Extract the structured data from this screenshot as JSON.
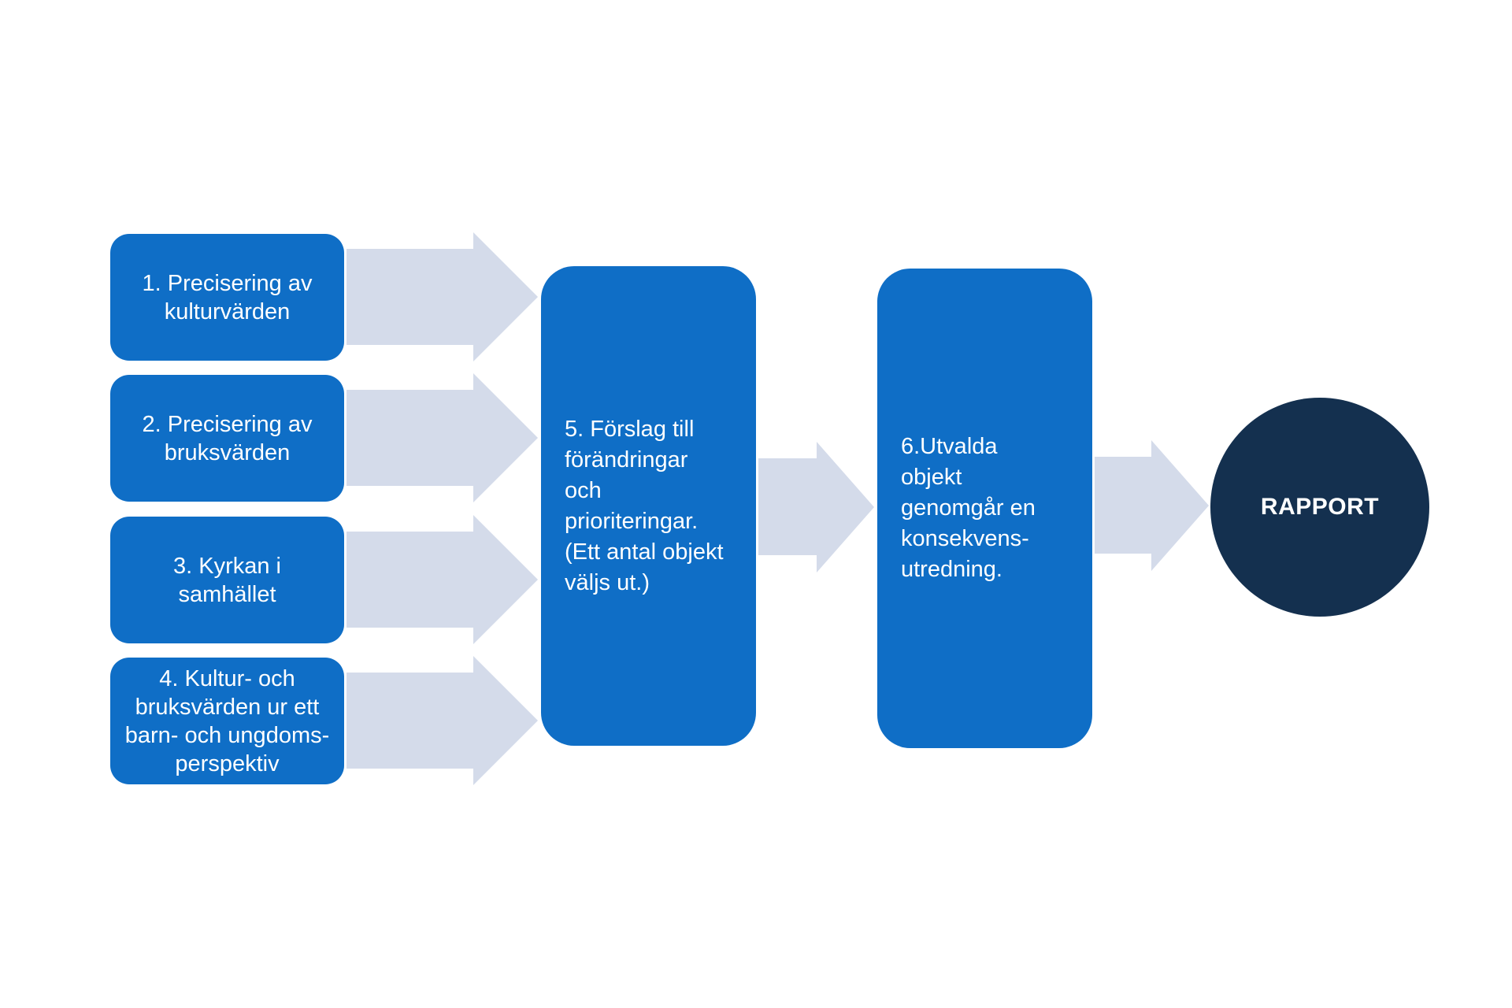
{
  "diagram": {
    "inputs": [
      {
        "label": "1. Precisering av\nkulturvärden"
      },
      {
        "label": "2. Precisering av\nbruksvärden"
      },
      {
        "label": "3. Kyrkan i samhället"
      },
      {
        "label": "4. Kultur- och\nbruksvärden ur ett\nbarn- och ungdoms-\nperspektiv"
      }
    ],
    "step5": {
      "label": "5. Förslag till\nförändringar\noch\nprioriteringar.\n(Ett antal objekt\nväljs ut.)"
    },
    "step6": {
      "label": "6.Utvalda\nobjekt\ngenomgår en\nkonsekvens-\nutredning."
    },
    "output": {
      "label": "RAPPORT"
    },
    "colors": {
      "box": "#0f6ec6",
      "circle": "#14304f",
      "arrow": "#d4dbea",
      "text": "#ffffff"
    }
  }
}
